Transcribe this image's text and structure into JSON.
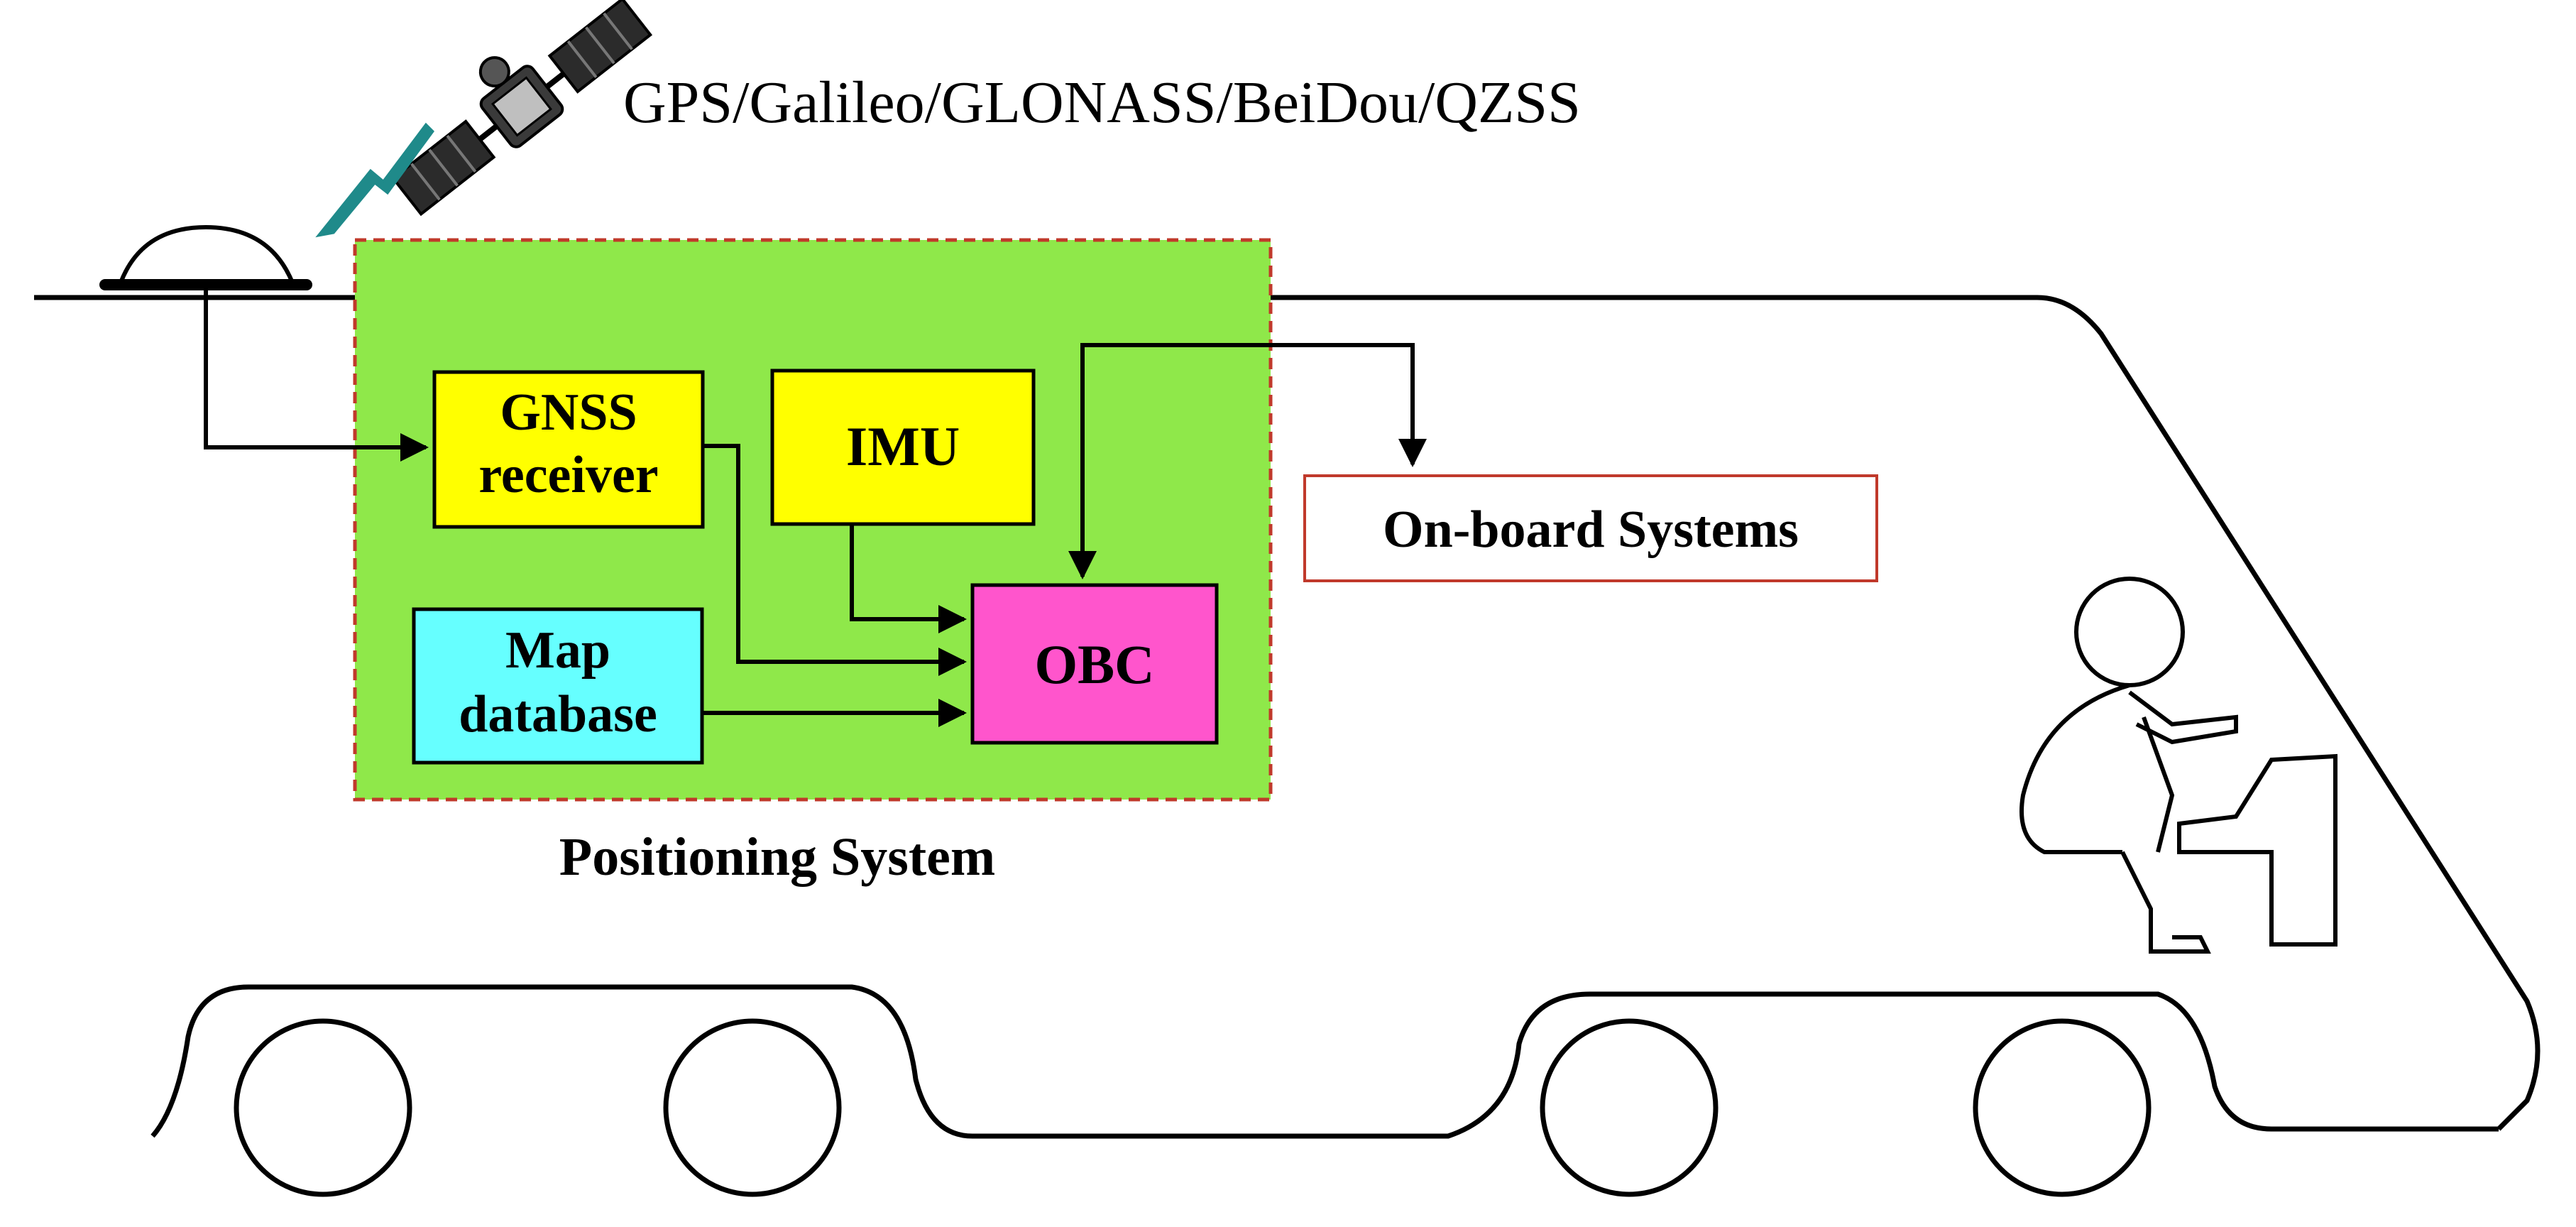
{
  "constellations": "GPS/Galileo/GLONASS/BeiDou/QZSS",
  "positioning_system": {
    "title": "Positioning System",
    "gnss_receiver": {
      "line1": "GNSS",
      "line2": "receiver"
    },
    "imu": "IMU",
    "map_database": {
      "line1": "Map",
      "line2": "database"
    },
    "obc": "OBC"
  },
  "onboard_systems": "On-board Systems",
  "colors": {
    "positioning_bg": "#8fe84a",
    "positioning_border": "#c0392b",
    "gnss": "#ffff00",
    "imu": "#ffff00",
    "map": "#66ffff",
    "obc": "#ff55cc",
    "signal": "#1f8a8a",
    "onboard_border": "#c0392b"
  },
  "icons": [
    "satellite-icon",
    "signal-bolt-icon",
    "antenna-icon",
    "driver-icon"
  ]
}
